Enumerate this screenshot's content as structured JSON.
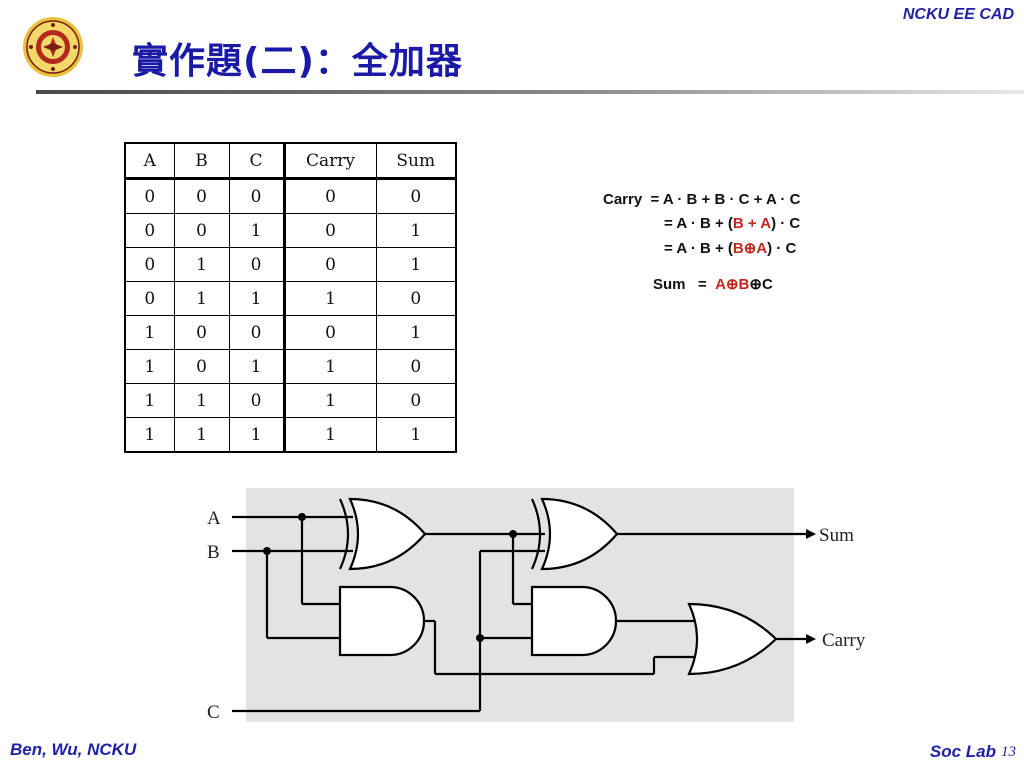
{
  "header": {
    "brand": "NCKU EE CAD",
    "title": "實作題(二)：全加器"
  },
  "truth_table": {
    "columns": [
      "A",
      "B",
      "C",
      "Carry",
      "Sum"
    ],
    "rows": [
      [
        "0",
        "0",
        "0",
        "0",
        "0"
      ],
      [
        "0",
        "0",
        "1",
        "0",
        "1"
      ],
      [
        "0",
        "1",
        "0",
        "0",
        "1"
      ],
      [
        "0",
        "1",
        "1",
        "1",
        "0"
      ],
      [
        "1",
        "0",
        "0",
        "0",
        "1"
      ],
      [
        "1",
        "0",
        "1",
        "1",
        "0"
      ],
      [
        "1",
        "1",
        "0",
        "1",
        "0"
      ],
      [
        "1",
        "1",
        "1",
        "1",
        "1"
      ]
    ]
  },
  "equations": {
    "carry_label": "Carry",
    "line1": "=  A · B + B · C + A · C",
    "line2_pre": "=  A · B + (",
    "line2_hl": "B + A",
    "line2_post": ") · C",
    "line3_pre": "=  A · B + (",
    "line3_hl": "B⊕A",
    "line3_post": ") · C",
    "sum_label": "Sum",
    "sum_eq_sign": "=",
    "sum_hl": "A⊕B",
    "sum_post": "⊕C"
  },
  "circuit": {
    "input_a": "A",
    "input_b": "B",
    "input_c": "C",
    "output_sum": "Sum",
    "output_carry": "Carry",
    "panel_color": "#e3e3e3"
  },
  "footer": {
    "author": "Ben, Wu, NCKU",
    "course": "Soc Lab",
    "page": "13"
  }
}
